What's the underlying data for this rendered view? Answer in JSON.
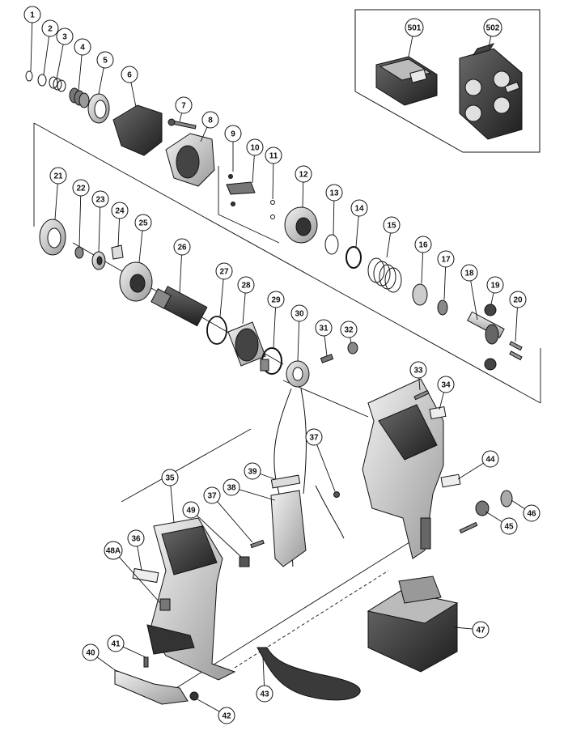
{
  "diagram": {
    "type": "exploded-parts-view",
    "colors": {
      "ink": "#111111",
      "part_fill": "#d9d9d9",
      "part_dark": "#3a3a3a",
      "background": "#ffffff"
    },
    "callouts": [
      {
        "id": "c-1",
        "label": "1"
      },
      {
        "id": "c-2",
        "label": "2"
      },
      {
        "id": "c-3",
        "label": "3"
      },
      {
        "id": "c-4",
        "label": "4"
      },
      {
        "id": "c-5",
        "label": "5"
      },
      {
        "id": "c-6",
        "label": "6"
      },
      {
        "id": "c-7",
        "label": "7"
      },
      {
        "id": "c-8",
        "label": "8"
      },
      {
        "id": "c-9",
        "label": "9"
      },
      {
        "id": "c-10",
        "label": "10"
      },
      {
        "id": "c-11",
        "label": "11"
      },
      {
        "id": "c-12",
        "label": "12"
      },
      {
        "id": "c-13",
        "label": "13"
      },
      {
        "id": "c-14",
        "label": "14"
      },
      {
        "id": "c-15",
        "label": "15"
      },
      {
        "id": "c-16",
        "label": "16"
      },
      {
        "id": "c-17",
        "label": "17"
      },
      {
        "id": "c-18",
        "label": "18"
      },
      {
        "id": "c-19",
        "label": "19"
      },
      {
        "id": "c-20",
        "label": "20"
      },
      {
        "id": "c-21",
        "label": "21"
      },
      {
        "id": "c-22",
        "label": "22"
      },
      {
        "id": "c-23",
        "label": "23"
      },
      {
        "id": "c-24",
        "label": "24"
      },
      {
        "id": "c-25",
        "label": "25"
      },
      {
        "id": "c-26",
        "label": "26"
      },
      {
        "id": "c-27",
        "label": "27"
      },
      {
        "id": "c-28",
        "label": "28"
      },
      {
        "id": "c-29",
        "label": "29"
      },
      {
        "id": "c-30",
        "label": "30"
      },
      {
        "id": "c-31",
        "label": "31"
      },
      {
        "id": "c-32",
        "label": "32"
      },
      {
        "id": "c-33a",
        "label": "33"
      },
      {
        "id": "c-33b",
        "label": "33"
      },
      {
        "id": "c-34",
        "label": "34"
      },
      {
        "id": "c-35",
        "label": "35"
      },
      {
        "id": "c-36",
        "label": "36"
      },
      {
        "id": "c-37a",
        "label": "37"
      },
      {
        "id": "c-37b",
        "label": "37"
      },
      {
        "id": "c-38",
        "label": "38"
      },
      {
        "id": "c-39",
        "label": "39"
      },
      {
        "id": "c-40",
        "label": "40"
      },
      {
        "id": "c-41",
        "label": "41"
      },
      {
        "id": "c-42",
        "label": "42"
      },
      {
        "id": "c-43",
        "label": "43"
      },
      {
        "id": "c-44",
        "label": "44"
      },
      {
        "id": "c-45",
        "label": "45"
      },
      {
        "id": "c-46",
        "label": "46"
      },
      {
        "id": "c-47",
        "label": "47"
      },
      {
        "id": "c-48A",
        "label": "48A"
      },
      {
        "id": "c-49",
        "label": "49"
      },
      {
        "id": "c-501",
        "label": "501"
      },
      {
        "id": "c-502",
        "label": "502"
      }
    ]
  }
}
